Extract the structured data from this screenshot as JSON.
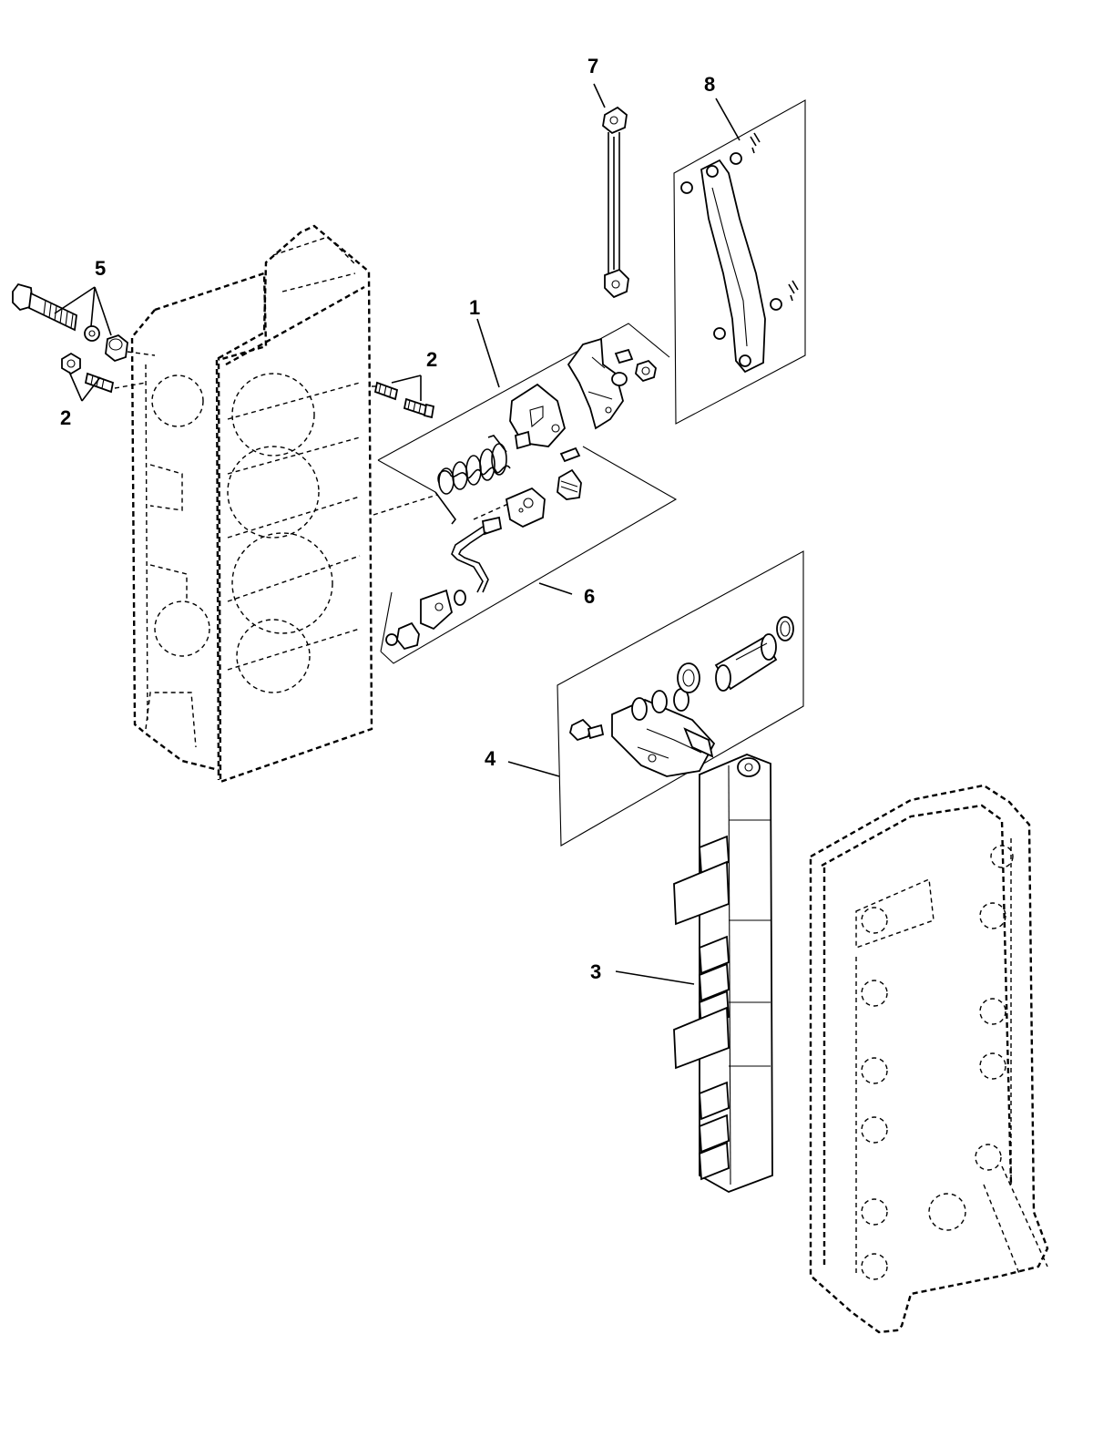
{
  "callouts": {
    "c1": "1",
    "c2a": "2",
    "c2b": "2",
    "c3": "3",
    "c4": "4",
    "c5": "5",
    "c6": "6",
    "c7": "7",
    "c8": "8"
  }
}
